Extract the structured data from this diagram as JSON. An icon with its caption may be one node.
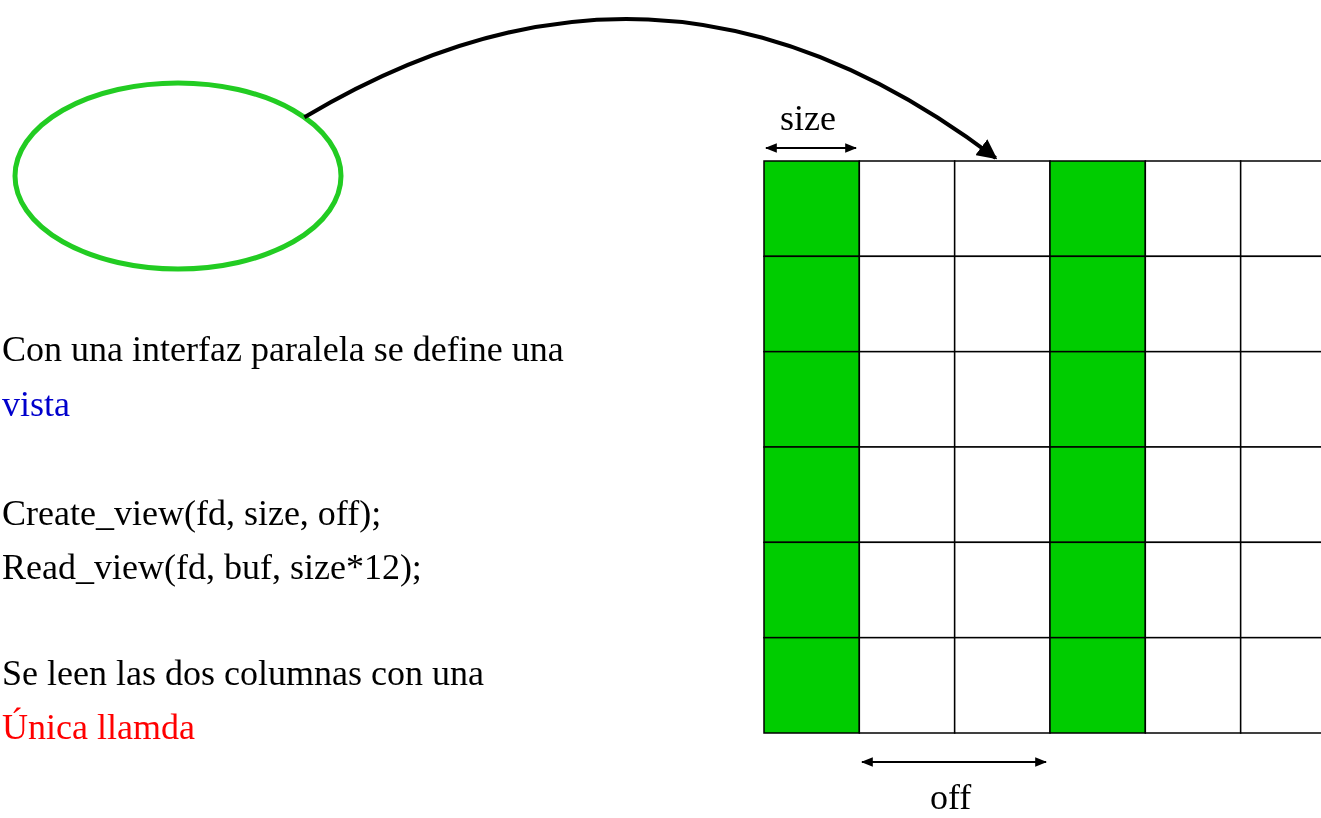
{
  "diagram": {
    "nodes": [
      {
        "text": [],
        "shape": "ellipse"
      },
      {
        "text": [],
        "shape": "grid"
      }
    ],
    "edges": [
      {
        "from": 0,
        "to": 1,
        "arrow": "to"
      }
    ],
    "labels": [
      "size",
      "Con una interfaz paralela se define una",
      "vista",
      "Create_view(fd, size, off);",
      "Read_view(fd, buf, size*12);",
      "Se leen las dos columnas con una",
      "Única llamda",
      "off"
    ]
  }
}
